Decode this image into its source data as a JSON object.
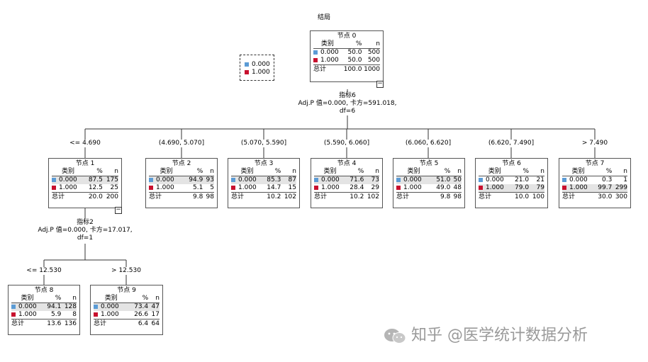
{
  "title": "结局",
  "legend": [
    {
      "label": "0.000",
      "color": "#5b9bd5"
    },
    {
      "label": "1.000",
      "color": "#c8102e"
    }
  ],
  "headers": {
    "category": "类别",
    "percent": "%",
    "n": "n",
    "total": "总计"
  },
  "split_root": {
    "variable": "指标6",
    "stats": "Adj.P 值=0.000, 卡方=591.018,",
    "df": "df=6"
  },
  "split_node1": {
    "variable": "指标2",
    "stats": "Adj.P 值=0.000, 卡方=17.017,",
    "df": "df=1"
  },
  "nodes": [
    {
      "id": "node-0",
      "title": "节点 0",
      "branch": "",
      "rows": [
        {
          "cat": "0.000",
          "pct": "50.0",
          "n": "500"
        },
        {
          "cat": "1.000",
          "pct": "50.0",
          "n": "500"
        }
      ],
      "total": {
        "pct": "100.0",
        "n": "1000"
      }
    },
    {
      "id": "node-1",
      "title": "节点 1",
      "branch": "<= 4.690",
      "rows": [
        {
          "cat": "0.000",
          "pct": "87.5",
          "n": "175"
        },
        {
          "cat": "1.000",
          "pct": "12.5",
          "n": "25"
        }
      ],
      "total": {
        "pct": "20.0",
        "n": "200"
      }
    },
    {
      "id": "node-2",
      "title": "节点 2",
      "branch": "(4.690, 5.070]",
      "rows": [
        {
          "cat": "0.000",
          "pct": "94.9",
          "n": "93"
        },
        {
          "cat": "1.000",
          "pct": "5.1",
          "n": "5"
        }
      ],
      "total": {
        "pct": "9.8",
        "n": "98"
      }
    },
    {
      "id": "node-3",
      "title": "节点 3",
      "branch": "(5.070, 5.590]",
      "rows": [
        {
          "cat": "0.000",
          "pct": "85.3",
          "n": "87"
        },
        {
          "cat": "1.000",
          "pct": "14.7",
          "n": "15"
        }
      ],
      "total": {
        "pct": "10.2",
        "n": "102"
      }
    },
    {
      "id": "node-4",
      "title": "节点 4",
      "branch": "(5.590, 6.060]",
      "rows": [
        {
          "cat": "0.000",
          "pct": "71.6",
          "n": "73"
        },
        {
          "cat": "1.000",
          "pct": "28.4",
          "n": "29"
        }
      ],
      "total": {
        "pct": "10.2",
        "n": "102"
      }
    },
    {
      "id": "node-5",
      "title": "节点 5",
      "branch": "(6.060, 6.620]",
      "rows": [
        {
          "cat": "0.000",
          "pct": "51.0",
          "n": "50"
        },
        {
          "cat": "1.000",
          "pct": "49.0",
          "n": "48"
        }
      ],
      "total": {
        "pct": "9.8",
        "n": "98"
      }
    },
    {
      "id": "node-6",
      "title": "节点 6",
      "branch": "(6.620, 7.490]",
      "rows": [
        {
          "cat": "0.000",
          "pct": "21.0",
          "n": "21"
        },
        {
          "cat": "1.000",
          "pct": "79.0",
          "n": "79"
        }
      ],
      "total": {
        "pct": "10.0",
        "n": "100"
      }
    },
    {
      "id": "node-7",
      "title": "节点 7",
      "branch": "> 7.490",
      "rows": [
        {
          "cat": "0.000",
          "pct": "0.3",
          "n": "1"
        },
        {
          "cat": "1.000",
          "pct": "99.7",
          "n": "299"
        }
      ],
      "total": {
        "pct": "30.0",
        "n": "300"
      }
    },
    {
      "id": "node-8",
      "title": "节点 8",
      "branch": "<= 12.530",
      "rows": [
        {
          "cat": "0.000",
          "pct": "94.1",
          "n": "128"
        },
        {
          "cat": "1.000",
          "pct": "5.9",
          "n": "8"
        }
      ],
      "total": {
        "pct": "13.6",
        "n": "136"
      }
    },
    {
      "id": "node-9",
      "title": "节点 9",
      "branch": "> 12.530",
      "rows": [
        {
          "cat": "0.000",
          "pct": "73.4",
          "n": "47"
        },
        {
          "cat": "1.000",
          "pct": "26.6",
          "n": "17"
        }
      ],
      "total": {
        "pct": "6.4",
        "n": "64"
      }
    }
  ],
  "collapse_symbol": "−",
  "watermark": "知乎 @医学统计数据分析",
  "watermark_icon": "wechat-icon"
}
